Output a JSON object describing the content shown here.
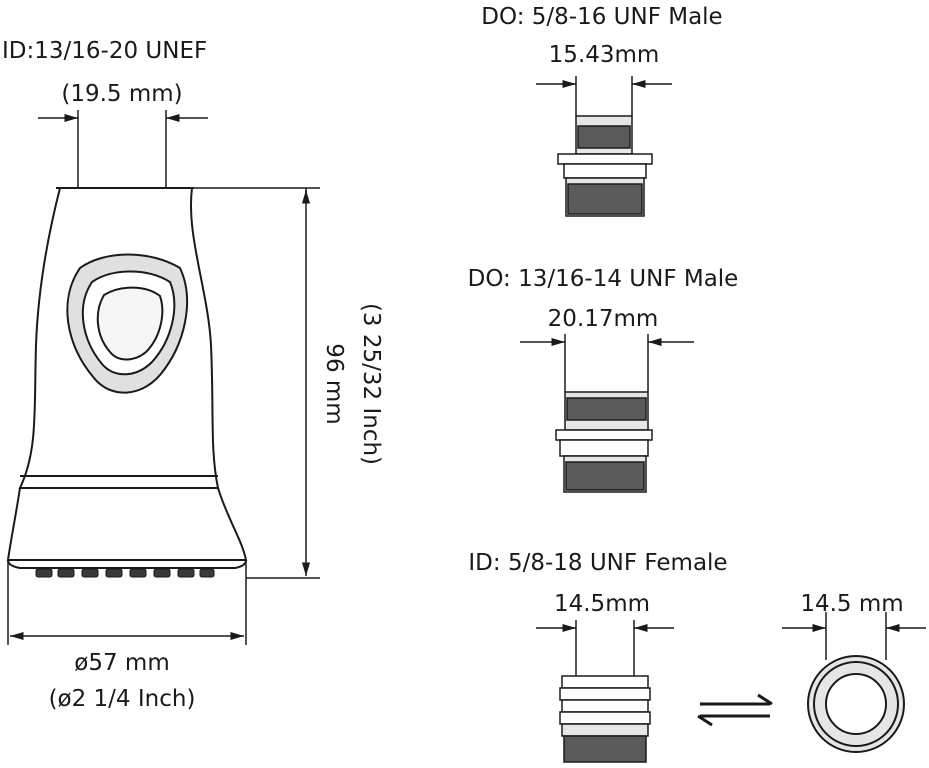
{
  "sprayer": {
    "inlet_spec": "ID:13/16-20 UNEF",
    "inlet_size": "(19.5 mm)",
    "height_mm": "96 mm",
    "height_in": "(3 25/32 Inch)",
    "diameter_mm": "ø57 mm",
    "diameter_in": "(ø2 1/4 Inch)"
  },
  "adapters": [
    {
      "spec": "DO: 5/8-16 UNF Male",
      "size": "15.43mm"
    },
    {
      "spec": "DO: 13/16-14 UNF Male",
      "size": "20.17mm"
    },
    {
      "spec": "ID: 5/8-18 UNF Female",
      "size": "14.5mm"
    }
  ],
  "ring": {
    "size": "14.5 mm"
  },
  "icons": [
    "arrow-head-icon",
    "swap-arrows-icon"
  ],
  "colors": {
    "stroke": "#1a1a1a",
    "shade": "#d0d0d0",
    "thread": "#5a5a5a"
  }
}
